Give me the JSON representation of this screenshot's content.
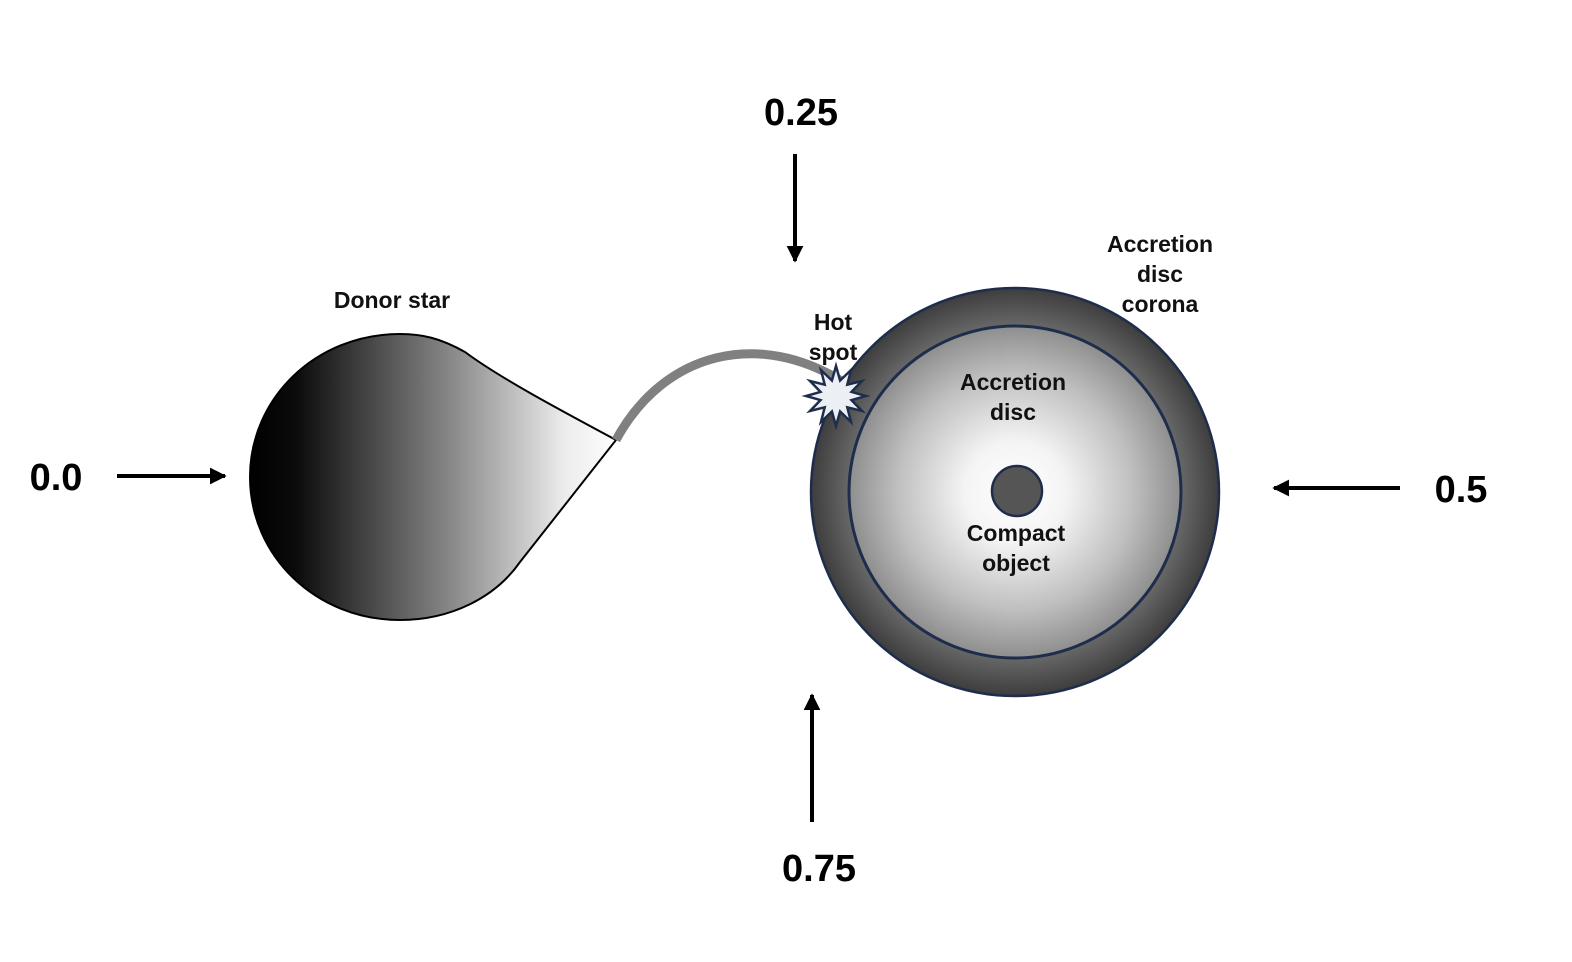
{
  "phases": {
    "p0": "0.0",
    "p25": "0.25",
    "p5": "0.5",
    "p75": "0.75"
  },
  "labels": {
    "donor_star": "Donor star",
    "hot_spot_line1": "Hot",
    "hot_spot_line2": "spot",
    "corona_line1": "Accretion",
    "corona_line2": "disc",
    "corona_line3": "corona",
    "disc_line1": "Accretion",
    "disc_line2": "disc",
    "compact_line1": "Compact",
    "compact_line2": "object"
  },
  "colors": {
    "outline": "#1f2d4d",
    "stream": "#808080",
    "text": "#000000"
  }
}
